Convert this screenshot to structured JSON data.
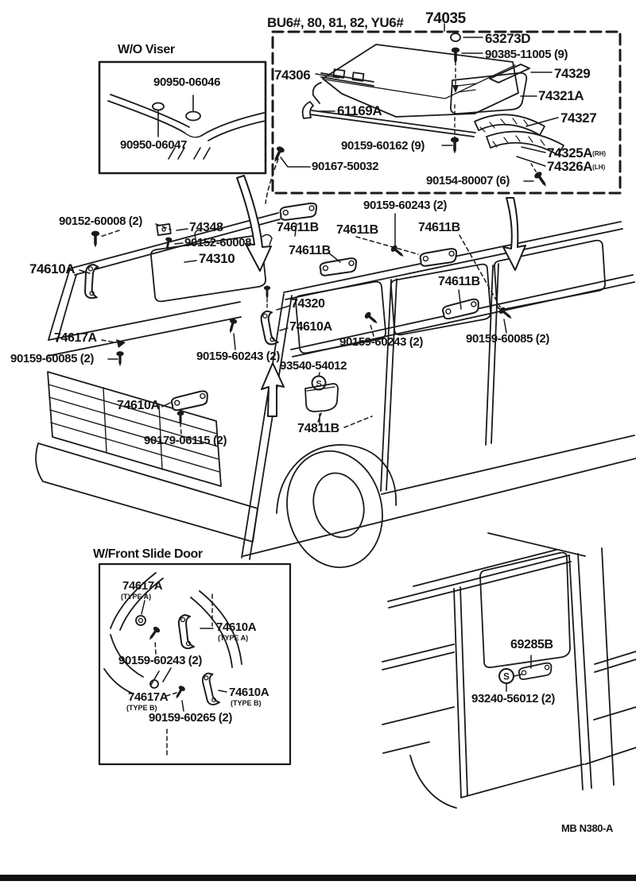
{
  "titles": {
    "models": "BU6#, 80, 81, 82, YU6#",
    "wo_viser": "W/O Viser",
    "w_front_slide_door": "W/Front Slide Door",
    "footer_code": "MB N380-A"
  },
  "parts": {
    "n74035": "74035",
    "n63273D": "63273D",
    "n90385_11005": "90385-11005 (9)",
    "n74306": "74306",
    "n74329": "74329",
    "n74321A": "74321A",
    "n61169A": "61169A",
    "n74327": "74327",
    "n90159_60162": "90159-60162 (9)",
    "n74325A": "74325A",
    "n74326A": "74326A",
    "rh": "(RH)",
    "lh": "(LH)",
    "n90167_50032": "90167-50032",
    "n90154_80007": "90154-80007 (6)",
    "n90950_06046": "90950-06046",
    "n90950_06047": "90950-06047",
    "n90152_60008_2": "90152-60008 (2)",
    "n74348": "74348",
    "n90152_60008": "90152-60008",
    "n74310": "74310",
    "n74610A": "74610A",
    "n74611B": "74611B",
    "n74320": "74320",
    "n74617A": "74617A",
    "n90159_60243_2": "90159-60243 (2)",
    "n90159_60085_2": "90159-60085 (2)",
    "n93540_54012": "93540-54012",
    "n90179_06115_2": "90179-06115 (2)",
    "n74811B": "74811B",
    "n90159_60265_2": "90159-60265 (2)",
    "n69285B": "69285B",
    "n93240_56012_2": "93240-56012 (2)",
    "type_a": "(TYPE A)",
    "type_b": "(TYPE B)",
    "s_symbol": "S"
  }
}
